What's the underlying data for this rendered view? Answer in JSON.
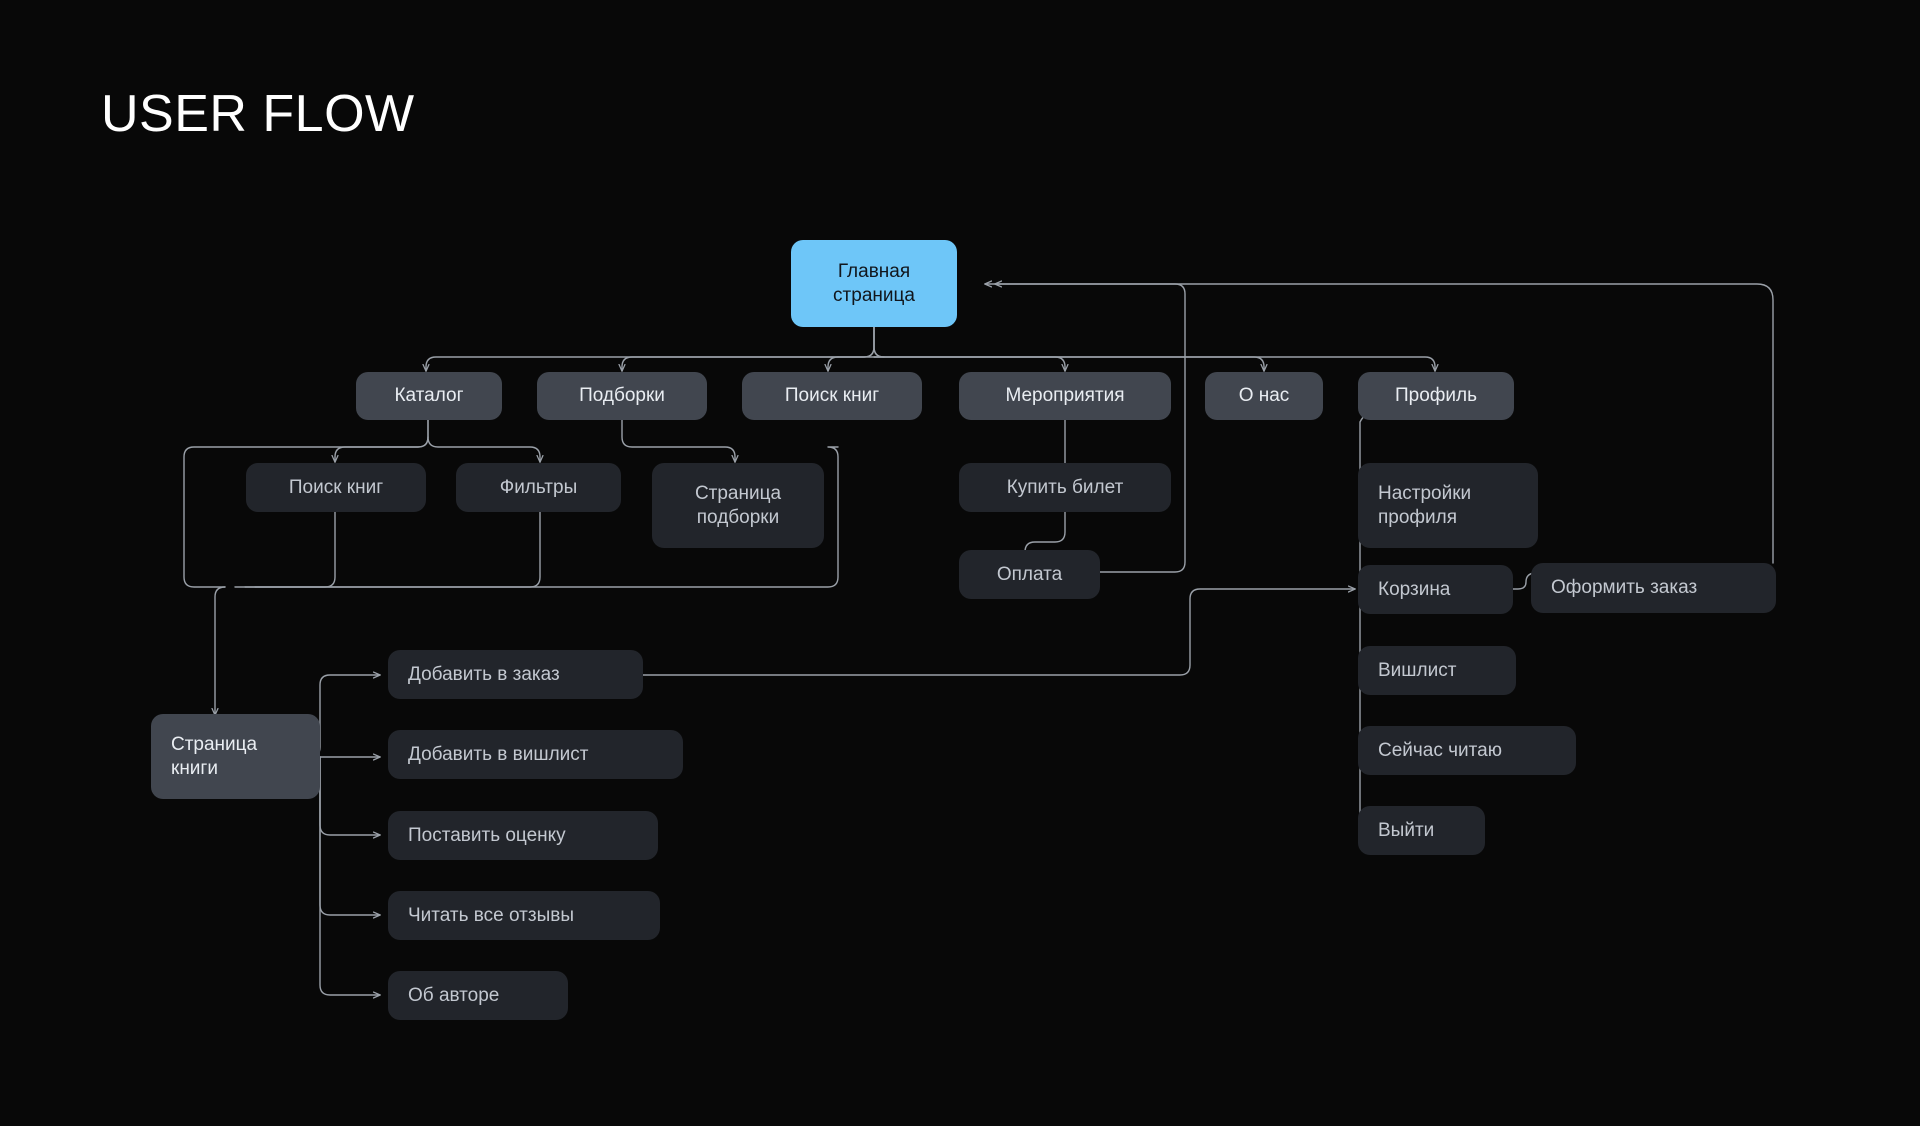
{
  "page": {
    "title": "USER FLOW",
    "background": "#080808",
    "accent": "#6ec6f8",
    "node_primary_bg": "#41464f",
    "node_secondary_bg": "#22252b",
    "connector_color": "#9aa0a8"
  },
  "nodes": {
    "home": {
      "label": "Главная\nстраница",
      "kind": "root"
    },
    "catalog": {
      "label": "Каталог",
      "kind": "nav"
    },
    "collections": {
      "label": "Подборки",
      "kind": "nav"
    },
    "book_search_top": {
      "label": "Поиск книг",
      "kind": "nav"
    },
    "events": {
      "label": "Мероприятия",
      "kind": "nav"
    },
    "about": {
      "label": "О нас",
      "kind": "nav"
    },
    "profile": {
      "label": "Профиль",
      "kind": "nav"
    },
    "book_search_sub": {
      "label": "Поиск книг",
      "kind": "sub"
    },
    "filters": {
      "label": "Фильтры",
      "kind": "sub"
    },
    "collection_page": {
      "label": "Страница\nподборки",
      "kind": "sub"
    },
    "buy_ticket": {
      "label": "Купить билет",
      "kind": "sub"
    },
    "payment": {
      "label": "Оплата",
      "kind": "sub"
    },
    "book_page": {
      "label": "Страница\nкниги",
      "kind": "nav"
    },
    "add_to_order": {
      "label": "Добавить в заказ",
      "kind": "sub"
    },
    "add_to_wishlist": {
      "label": "Добавить в вишлист",
      "kind": "sub"
    },
    "rate": {
      "label": "Поставить оценку",
      "kind": "sub"
    },
    "read_reviews": {
      "label": "Читать все отзывы",
      "kind": "sub"
    },
    "about_author": {
      "label": "Об авторе",
      "kind": "sub"
    },
    "profile_settings": {
      "label": "Настройки\nпрофиля",
      "kind": "sub"
    },
    "cart": {
      "label": "Корзина",
      "kind": "sub"
    },
    "wishlist": {
      "label": "Вишлист",
      "kind": "sub"
    },
    "now_reading": {
      "label": "Сейчас читаю",
      "kind": "sub"
    },
    "logout": {
      "label": "Выйти",
      "kind": "sub"
    },
    "checkout": {
      "label": "Оформить заказ",
      "kind": "sub"
    }
  },
  "flow": {
    "type": "tree",
    "root": "home",
    "edges": [
      {
        "from": "home",
        "to": "catalog"
      },
      {
        "from": "home",
        "to": "collections"
      },
      {
        "from": "home",
        "to": "book_search_top"
      },
      {
        "from": "home",
        "to": "events"
      },
      {
        "from": "home",
        "to": "about"
      },
      {
        "from": "home",
        "to": "profile"
      },
      {
        "from": "catalog",
        "to": "book_search_sub"
      },
      {
        "from": "catalog",
        "to": "filters"
      },
      {
        "from": "collections",
        "to": "collection_page"
      },
      {
        "from": "catalog",
        "to": "book_page"
      },
      {
        "from": "events",
        "to": "buy_ticket"
      },
      {
        "from": "buy_ticket",
        "to": "payment"
      },
      {
        "from": "payment",
        "to": "home"
      },
      {
        "from": "book_page",
        "to": "add_to_order"
      },
      {
        "from": "book_page",
        "to": "add_to_wishlist"
      },
      {
        "from": "book_page",
        "to": "rate"
      },
      {
        "from": "book_page",
        "to": "read_reviews"
      },
      {
        "from": "book_page",
        "to": "about_author"
      },
      {
        "from": "add_to_order",
        "to": "cart"
      },
      {
        "from": "profile",
        "to": "profile_settings"
      },
      {
        "from": "profile",
        "to": "cart"
      },
      {
        "from": "profile",
        "to": "wishlist"
      },
      {
        "from": "profile",
        "to": "now_reading"
      },
      {
        "from": "profile",
        "to": "logout"
      },
      {
        "from": "cart",
        "to": "checkout"
      },
      {
        "from": "checkout",
        "to": "home"
      }
    ]
  }
}
